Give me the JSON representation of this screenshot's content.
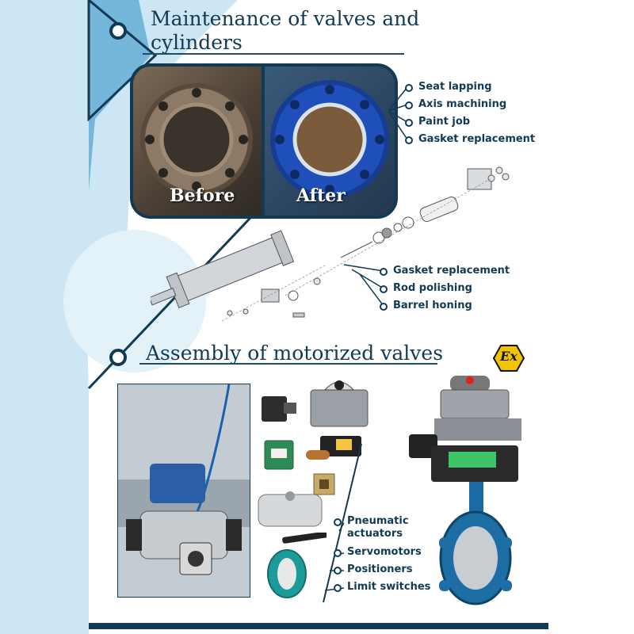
{
  "colors": {
    "navy": "#123a52",
    "light_blue": "#cde6f3",
    "mid_blue": "#2b8fc4",
    "ex_yellow": "#f2c400"
  },
  "section1": {
    "title_line1": "Maintenance of valves and",
    "title_line2": "cylinders",
    "before_label": "Before",
    "after_label": "After",
    "valve_items": [
      "Seat lapping",
      "Axis machining",
      "Paint job",
      "Gasket replacement"
    ],
    "cylinder_items": [
      "Gasket replacement",
      "Rod polishing",
      "Barrel honing"
    ]
  },
  "section2": {
    "title": "Assembly of motorized valves",
    "ex_symbol": "Ex",
    "items": [
      "Pneumatic",
      "actuators",
      "Servomotors",
      "Positioners",
      "Limit switches"
    ]
  }
}
